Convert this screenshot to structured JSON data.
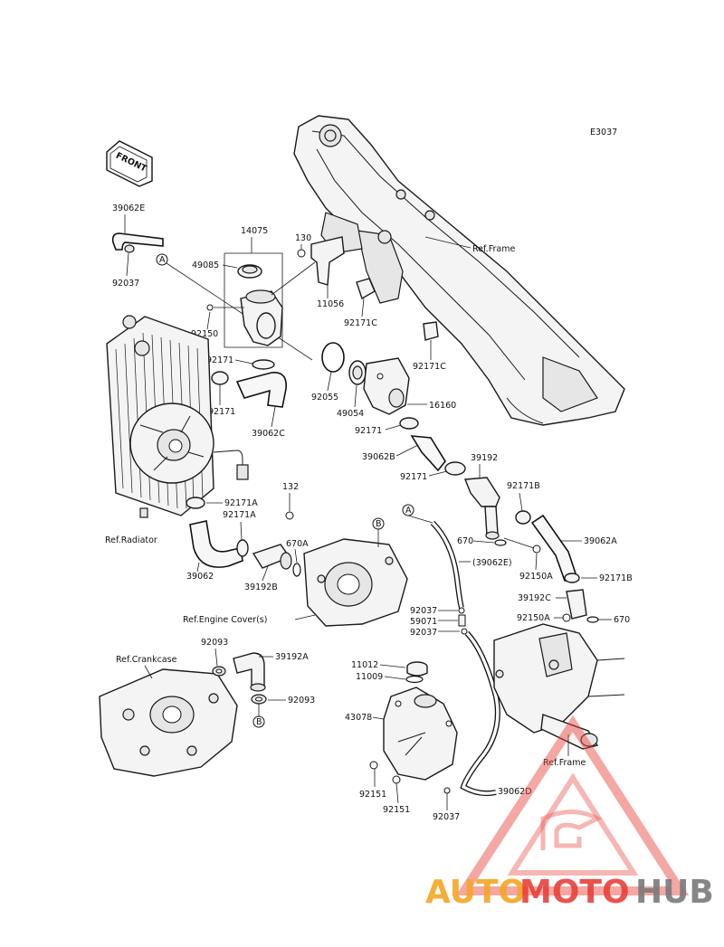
{
  "diagram_code": "E3037",
  "front_label": "FRONT",
  "refs": {
    "frame_top": "Ref.Frame",
    "frame_bottom": "Ref.Frame",
    "radiator": "Ref.Radiator",
    "engine_cover": "Ref.Engine Cover(s)",
    "crankcase": "Ref.Crankcase"
  },
  "circle_markers": {
    "a": "A",
    "b": "B"
  },
  "parts": {
    "p39062E_top": "39062E",
    "p92037_top": "92037",
    "p14075": "14075",
    "p49085": "49085",
    "p92150": "92150",
    "p130": "130",
    "p11056": "11056",
    "p92171C_a": "92171C",
    "p92171C_b": "92171C",
    "p92171_left1": "92171",
    "p92171_left2": "92171",
    "p39062C": "39062C",
    "p92055": "92055",
    "p49054": "49054",
    "p16160": "16160",
    "p92171_mid1": "92171",
    "p39062B": "39062B",
    "p39192": "39192",
    "p92171_mid2": "92171",
    "p92171B_a": "92171B",
    "p39062A": "39062A",
    "p670_a": "670",
    "p92150A_a": "92150A",
    "p92171B_b": "92171B",
    "p39192C": "39192C",
    "p92150A_b": "92150A",
    "p670_b": "670",
    "p92171A_a": "92171A",
    "p92171A_b": "92171A",
    "p132": "132",
    "p670A": "670A",
    "p39062": "39062",
    "p39192B": "39192B",
    "p39062E_mid": "(39062E)",
    "p92037_mid": "92037",
    "p59071": "59071",
    "p92037_mid2": "92037",
    "p92093_a": "92093",
    "p39192A": "39192A",
    "p92093_b": "92093",
    "p11012": "11012",
    "p11009": "11009",
    "p43078": "43078",
    "p92151_a": "92151",
    "p92151_b": "92151",
    "p92037_bot": "92037",
    "p39062D": "39062D"
  },
  "watermark": {
    "part1": "AUTO",
    "part2": "MOTO",
    "part3": "HUB"
  },
  "colors": {
    "watermark_orange": "#f5a623",
    "watermark_red": "#e8413a",
    "watermark_gray": "#7a7a7a"
  }
}
